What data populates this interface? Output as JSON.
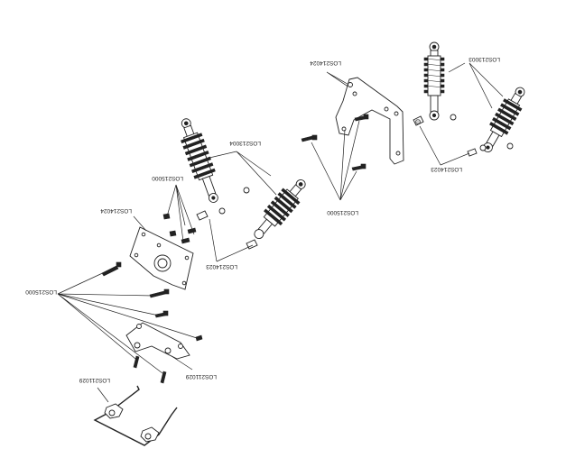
{
  "diagram": {
    "labels": {
      "rear_shock_right": "LOS213003",
      "rear_plate_right": "LOS214024",
      "rear_hardware_right": "LOS214023",
      "rear_screws_right": "LOS215000",
      "front_shock_left": "LOS213004",
      "front_screws_upper_left": "LOS215000",
      "front_hardware_left": "LOS214023",
      "front_plate_left": "LOS214024",
      "main_screws_left": "LOS215000",
      "bumper_mount": "LOS211029",
      "bumper_wire": "LOS211029"
    },
    "colors": {
      "line": "#222222",
      "background": "#ffffff"
    }
  }
}
